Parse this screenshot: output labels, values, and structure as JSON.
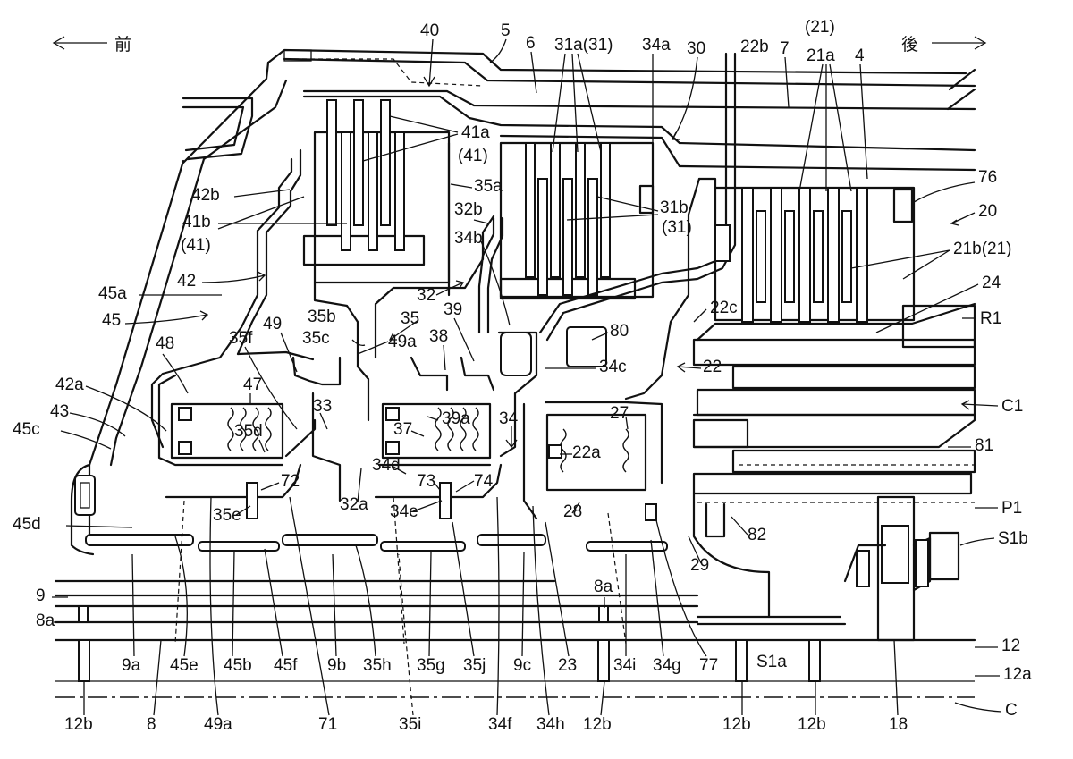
{
  "direction": {
    "front": "前",
    "rear": "後"
  },
  "labels": {
    "l40": "40",
    "l5": "5",
    "l6": "6",
    "l31a31": "31a(31)",
    "l34a": "34a",
    "l30": "30",
    "l22b": "22b",
    "l7": "7",
    "l21paren": "(21)",
    "l21a": "21a",
    "l4": "4",
    "l41a": "41a",
    "l41paren_a": "(41)",
    "l35a": "35a",
    "l42b": "42b",
    "l41b": "41b",
    "l41paren_b": "(41)",
    "l32b": "32b",
    "l34b": "34b",
    "l31b": "31b",
    "l31paren": "(31)",
    "l76": "76",
    "l20": "20",
    "l21b21": "21b(21)",
    "l42": "42",
    "l45a": "45a",
    "l45": "45",
    "l32": "32",
    "l24": "24",
    "l39": "39",
    "l22c": "22c",
    "l35b": "35b",
    "l35": "35",
    "l35c": "35c",
    "l49": "49",
    "l48": "48",
    "l35f": "35f",
    "l49a_top": "49a",
    "l38": "38",
    "l80": "80",
    "l34c": "34c",
    "l22": "22",
    "l42a": "42a",
    "l47": "47",
    "l33": "33",
    "l39a": "39a",
    "l27": "27",
    "l43": "43",
    "l35d": "35d",
    "l37": "37",
    "l34": "34",
    "l22a": "22a",
    "lR1": "R1",
    "lC1": "C1",
    "l45c": "45c",
    "l81": "81",
    "l34d": "34d",
    "l73": "73",
    "l74": "74",
    "l72": "72",
    "l32a": "32a",
    "l35e": "35e",
    "l34e": "34e",
    "l28": "28",
    "lP1": "P1",
    "l45d": "45d",
    "l82": "82",
    "l29": "29",
    "lS1b": "S1b",
    "l9": "9",
    "l8a_left": "8a",
    "l8a_mid": "8a",
    "l12": "12",
    "l12a": "12a",
    "l9a": "9a",
    "l45e": "45e",
    "l45b": "45b",
    "l45f": "45f",
    "l9b": "9b",
    "l35h": "35h",
    "l35g": "35g",
    "l35j": "35j",
    "l9c": "9c",
    "l23": "23",
    "l34i": "34i",
    "l34g": "34g",
    "l77": "77",
    "lS1a": "S1a",
    "lC": "C",
    "l12b_1": "12b",
    "l8": "8",
    "l49a_bot": "49a",
    "l71": "71",
    "l35i": "35i",
    "l34f": "34f",
    "l34h": "34h",
    "l12b_2": "12b",
    "l12b_3": "12b",
    "l12b_4": "12b",
    "l18": "18"
  }
}
